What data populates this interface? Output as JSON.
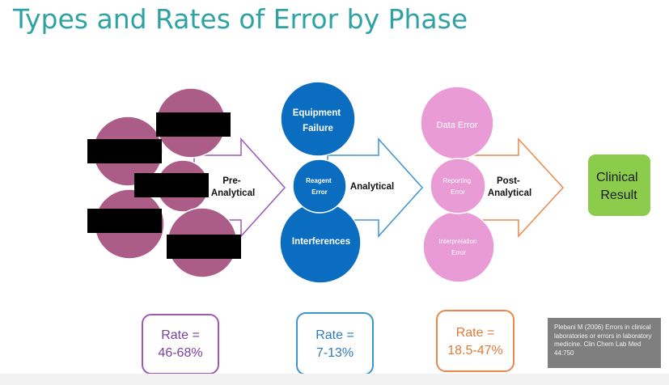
{
  "title": "Types and Rates of Error by Phase",
  "phases": {
    "pre": {
      "label_line1": "Pre-",
      "label_line2": "Analytical",
      "color": "#ab5d88",
      "arrow_color": "#9b59b6",
      "rate_label": "Rate =",
      "rate_value": "46-68%"
    },
    "analytical": {
      "label": "Analytical",
      "color": "#0b6dbf",
      "arrow_color": "#3d93cf",
      "errors": {
        "equipment_line1": "Equipment",
        "equipment_line2": "Failure",
        "reagent_line1": "Reagent",
        "reagent_line2": "Error",
        "interferences": "Interferences"
      },
      "rate_label": "Rate =",
      "rate_value": "7-13%"
    },
    "post": {
      "label_line1": "Post-",
      "label_line2": "Analytical",
      "color": "#e89bd4",
      "arrow_color": "#e8894a",
      "errors": {
        "data": "Data Error",
        "reporting_line1": "Reporting",
        "reporting_line2": "Error",
        "interpretation_line1": "Interpretation",
        "interpretation_line2": "Error"
      },
      "rate_label": "Rate =",
      "rate_value": "18.5-47%"
    }
  },
  "result": {
    "line1": "Clinical",
    "line2": "Result",
    "color": "#8ccc4c"
  },
  "citation": "Plebani M (2006) Errors in clinical laboratories or errors in laboratory medicine. Clin Chem Lab Med 44:750"
}
